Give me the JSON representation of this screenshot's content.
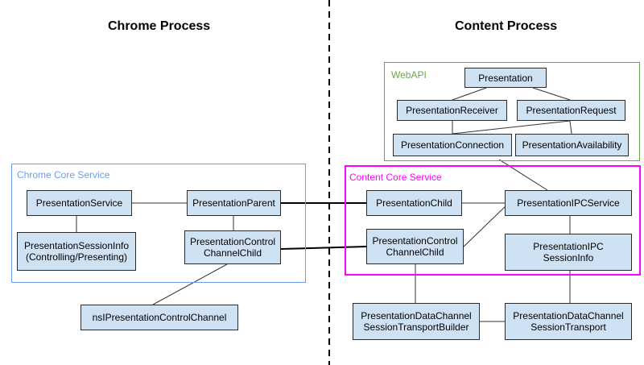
{
  "titles": {
    "chrome": "Chrome Process",
    "content": "Content Process"
  },
  "groups": {
    "webapi": {
      "label": "WebAPI",
      "color": "#6aa84f"
    },
    "chrome_core": {
      "label": "Chrome Core Service",
      "color": "#6d9eeb"
    },
    "content_core": {
      "label": "Content Core Service",
      "color": "#ff00ff"
    }
  },
  "nodes": {
    "presentation": "Presentation",
    "presentation_receiver": "PresentationReceiver",
    "presentation_request": "PresentationRequest",
    "presentation_connection": "PresentationConnection",
    "presentation_availability": "PresentationAvailability",
    "presentation_service": "PresentationService",
    "presentation_parent": "PresentationParent",
    "presentation_session_info": "PresentationSessionInfo\n(Controlling/Presenting)",
    "presentation_control_channel_child_chrome": "PresentationControl\nChannelChild",
    "ns_presentation_control_channel": "nsIPresentationControlChannel",
    "presentation_child": "PresentationChild",
    "presentation_ipc_service": "PresentationIPCService",
    "presentation_control_channel_child_content": "PresentationControl\nChannelChild",
    "presentation_ipc_session_info": "PresentationIPC\nSessionInfo",
    "presentation_data_channel_session_transport_builder": "PresentationDataChannel\nSessionTransportBuilder",
    "presentation_data_channel_session_transport": "PresentationDataChannel\nSessionTransport"
  },
  "colors": {
    "node_fill": "#cfe2f3",
    "node_border": "#2b2b2b",
    "connector": "#333333"
  }
}
